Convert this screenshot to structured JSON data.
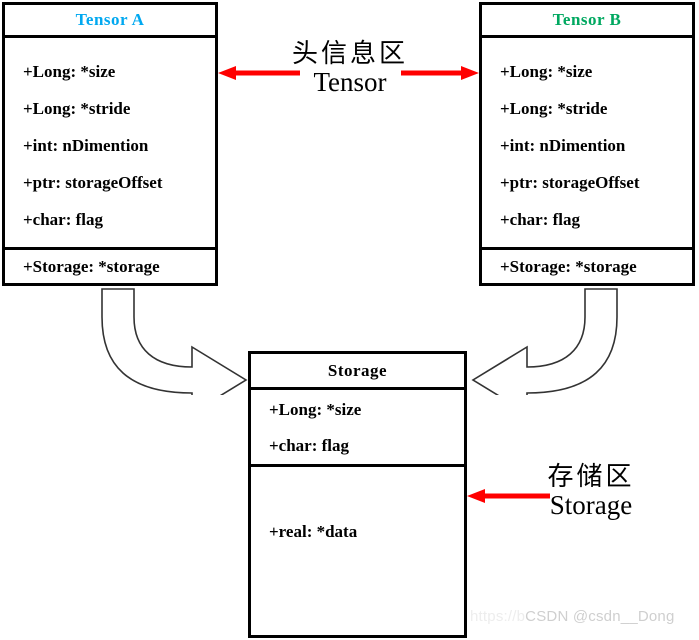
{
  "diagram": {
    "title": "Tensor and Storage memory layout",
    "colors": {
      "tensor_a_title": "#00a8f0",
      "tensor_b_title": "#00a860",
      "annotation_arrow": "#ff0000",
      "box_border": "#000000",
      "background": "#ffffff"
    }
  },
  "boxes": {
    "tensor_a": {
      "title": "Tensor A",
      "title_color": "#00a8f0",
      "attributes": [
        "+Long: *size",
        "+Long: *stride",
        "+int: nDimention",
        "+ptr: storageOffset",
        "+char: flag"
      ],
      "footer": "+Storage: *storage"
    },
    "tensor_b": {
      "title": "Tensor B",
      "title_color": "#00a860",
      "attributes": [
        "+Long: *size",
        "+Long: *stride",
        "+int: nDimention",
        "+ptr: storageOffset",
        "+char: flag"
      ],
      "footer": "+Storage: *storage"
    },
    "storage": {
      "title": "Storage",
      "attributes": [
        "+Long: *size",
        "+char: flag"
      ],
      "data": "+real: *data"
    }
  },
  "annotations": {
    "tensor_region": {
      "chinese": "头信息区",
      "english": "Tensor"
    },
    "storage_region": {
      "chinese": "存储区",
      "english": "Storage"
    }
  },
  "watermark": {
    "url": "https://b",
    "brand": "CSDN",
    "handle": "@csdn__Dong"
  }
}
